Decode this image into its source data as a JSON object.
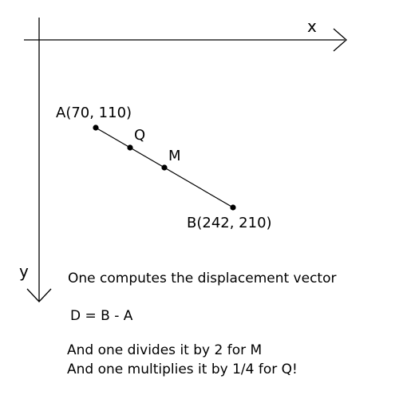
{
  "axes": {
    "x_label": "x",
    "y_label": "y"
  },
  "points": {
    "A": {
      "label": "A(70, 110)"
    },
    "B": {
      "label": "B(242, 210)"
    },
    "M": {
      "label": "M"
    },
    "Q": {
      "label": "Q"
    }
  },
  "notes": {
    "line1": "One computes the displacement vector",
    "line2": "D = B - A",
    "line3": "And one divides it by 2 for M",
    "line4": "And one multiplies it by 1/4 for Q!"
  }
}
